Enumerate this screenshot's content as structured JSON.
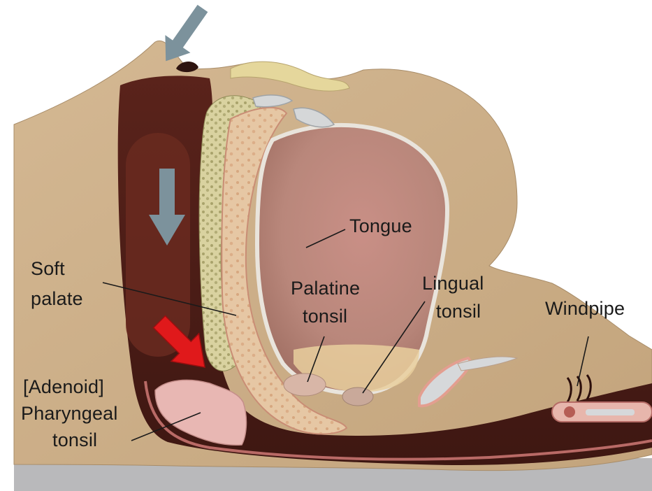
{
  "labels": {
    "tongue": "Tongue",
    "soft_palate": [
      "Soft",
      "palate"
    ],
    "palatine_tonsil": [
      "Palatine",
      "tonsil"
    ],
    "lingual_tonsil": [
      "Lingual",
      "tonsil"
    ],
    "windpipe": "Windpipe",
    "adenoid": [
      "[Adenoid]",
      "Pharyngeal",
      "tonsil"
    ]
  },
  "colors": {
    "skin": "#cdb08a",
    "airway": "#4a1c16",
    "soft_palate": "#e8c9a6",
    "tongue": "#c98f86",
    "bone": "#e3dab0",
    "adenoid": "#e8b7b3",
    "arrow_gray": "#7c929c",
    "arrow_red": "#e0191b"
  },
  "icons": [
    "airflow-arrow-gray",
    "airflow-arrow-gray",
    "obstruction-arrow-red"
  ]
}
